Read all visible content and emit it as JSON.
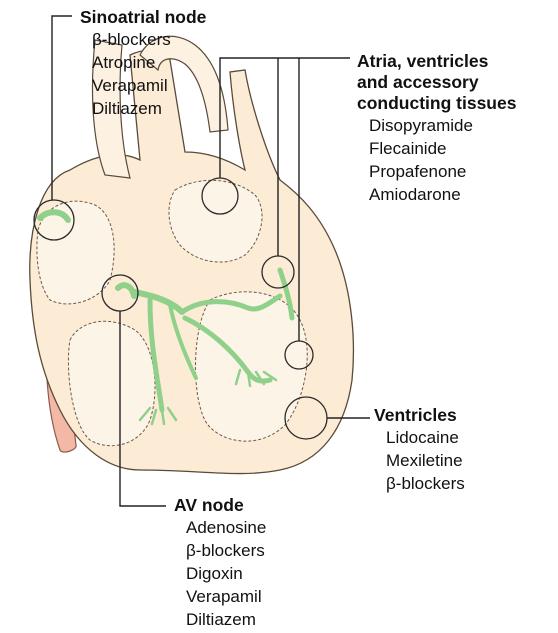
{
  "labels": {
    "sinoatrial": {
      "heading": "Sinoatrial node",
      "drugs": [
        "β-blockers",
        "Atropine",
        "Verapamil",
        "Diltiazem"
      ]
    },
    "atria": {
      "heading_lines": [
        "Atria, ventricles",
        "and accessory",
        "conducting tissues"
      ],
      "drugs": [
        "Disopyramide",
        "Flecainide",
        "Propafenone",
        "Amiodarone"
      ]
    },
    "ventricles": {
      "heading": "Ventricles",
      "drugs": [
        "Lidocaine",
        "Mexiletine",
        "β-blockers"
      ]
    },
    "av_node": {
      "heading": "AV node",
      "drugs": [
        "Adenosine",
        "β-blockers",
        "Digoxin",
        "Verapamil",
        "Diltiazem"
      ]
    }
  },
  "colors": {
    "heart_fill": "#fcebd5",
    "heart_outline": "#5a4a3a",
    "vessel_pink": "#f3b9a6",
    "conduction_green": "#8fd08a",
    "leader_line": "#222222"
  }
}
